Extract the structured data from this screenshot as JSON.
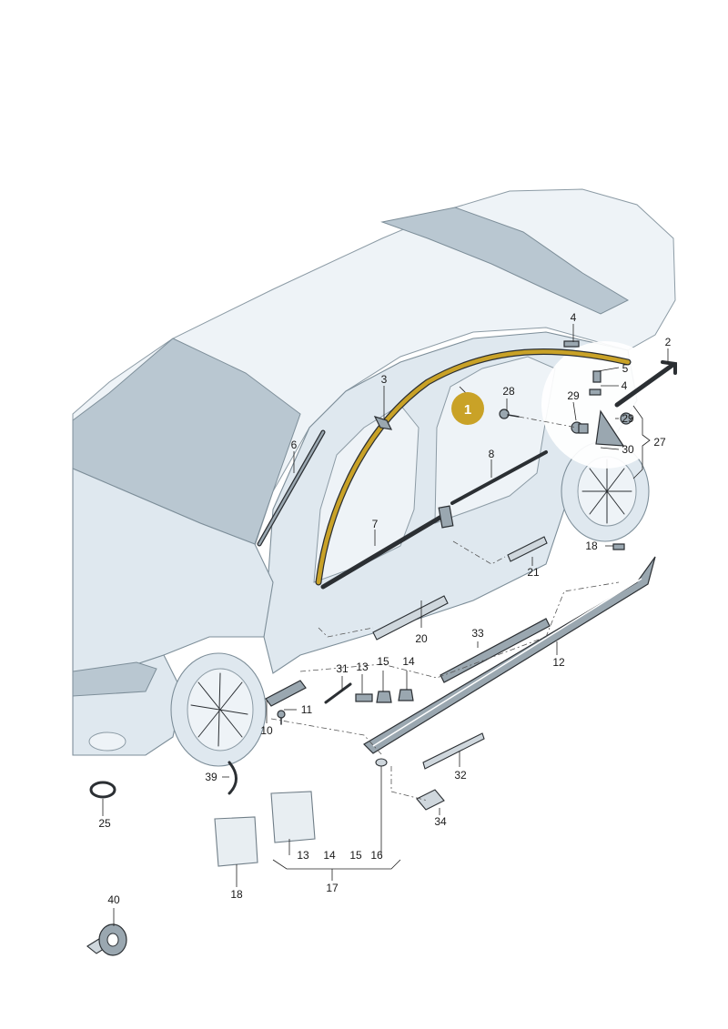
{
  "highlight": {
    "label": "1",
    "color": "#c9a227"
  },
  "callouts": [
    "2",
    "3",
    "4",
    "4",
    "5",
    "6",
    "7",
    "8",
    "10",
    "11",
    "12",
    "13",
    "14",
    "15",
    "18",
    "20",
    "21",
    "25",
    "27",
    "28",
    "29",
    "29",
    "30",
    "31",
    "32",
    "33",
    "34",
    "39",
    "40"
  ],
  "group_17": {
    "items": [
      "13",
      "14",
      "15",
      "16"
    ],
    "total": "17"
  }
}
